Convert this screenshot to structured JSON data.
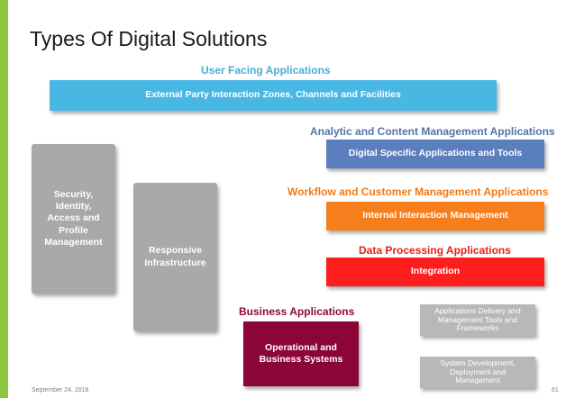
{
  "title": "Types Of Digital Solutions",
  "headings": {
    "user_facing": "User Facing Applications",
    "analytic": "Analytic and Content Management Applications",
    "workflow": "Workflow and Customer Management Applications",
    "data_processing": "Data Processing Applications",
    "business": "Business Applications"
  },
  "boxes": {
    "external_party": "External Party Interaction Zones, Channels and Facilities",
    "security": "Security,\nIdentity,\nAccess and\nProfile\nManagement",
    "responsive": "Responsive\nInfrastructure",
    "digital_specific": "Digital Specific Applications and Tools",
    "internal_interaction": "Internal Interaction Management",
    "integration": "Integration",
    "operational": "Operational and\nBusiness Systems",
    "app_delivery": "Applications Delivery and\nManagement  Tools and\nFrameworks",
    "system_dev": "System Development,\nDeployment and\nManagement"
  },
  "footer": {
    "date": "September 24, 2018",
    "page": "61"
  },
  "colors": {
    "accent": "#8cc63f",
    "user_facing_heading": "#4bacd8",
    "analytic_heading": "#5573a8",
    "workflow_heading": "#f07b14",
    "data_processing_heading": "#e8201d",
    "business_heading": "#8e0a3a",
    "external_party_box": "#48b7e4",
    "digital_specific_box": "#5b7ebd",
    "internal_interaction_box": "#f77e1c",
    "integration_box": "#ff1e1e",
    "operational_box": "#8b0538",
    "gray_box": "#a9a9a9",
    "light_gray_box": "#b8b8b8"
  }
}
